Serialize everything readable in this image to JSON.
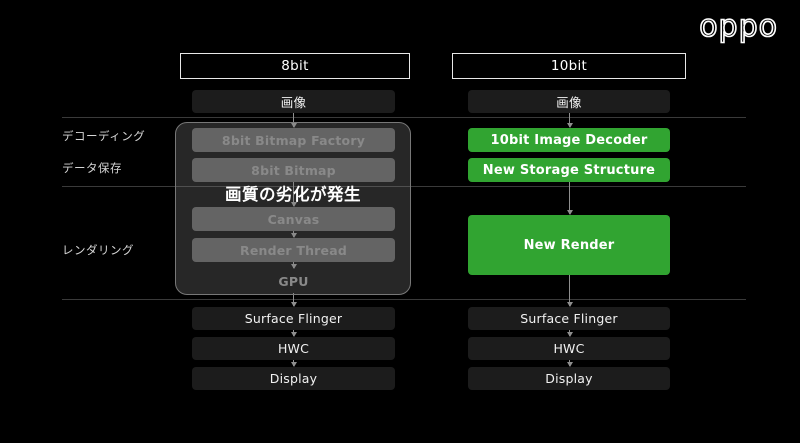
{
  "brand": {
    "logo_text": "oppo"
  },
  "row_labels": [
    {
      "id": "decoding",
      "label": "デコーディング"
    },
    {
      "id": "storage",
      "label": "データ保存"
    },
    {
      "id": "rendering",
      "label": "レンダリング"
    }
  ],
  "colors": {
    "background": "#000000",
    "accent_green": "#31a431",
    "box_dark": "#1c1c1c",
    "ghost_box": "#585858",
    "ghost_text": "#8d8d8d",
    "divider": "#3a3a3a",
    "arrow": "#8f8f8f"
  },
  "columns": [
    {
      "id": "col-8bit",
      "header": "8bit",
      "image": "画像",
      "decode": "8bit Bitmap Factory",
      "storage": "8bit Bitmap",
      "canvas": "Canvas",
      "render_thread": "Render Thread",
      "gpu": "GPU",
      "surface_flinger": "Surface Flinger",
      "hwc": "HWC",
      "display": "Display"
    },
    {
      "id": "col-10bit",
      "header": "10bit",
      "image": "画像",
      "decode": "10bit Image Decoder",
      "storage": "New Storage Structure",
      "render": "New Render",
      "surface_flinger": "Surface Flinger",
      "hwc": "HWC",
      "display": "Display"
    }
  ],
  "overlay": {
    "caption": "画質の劣化が発生"
  }
}
